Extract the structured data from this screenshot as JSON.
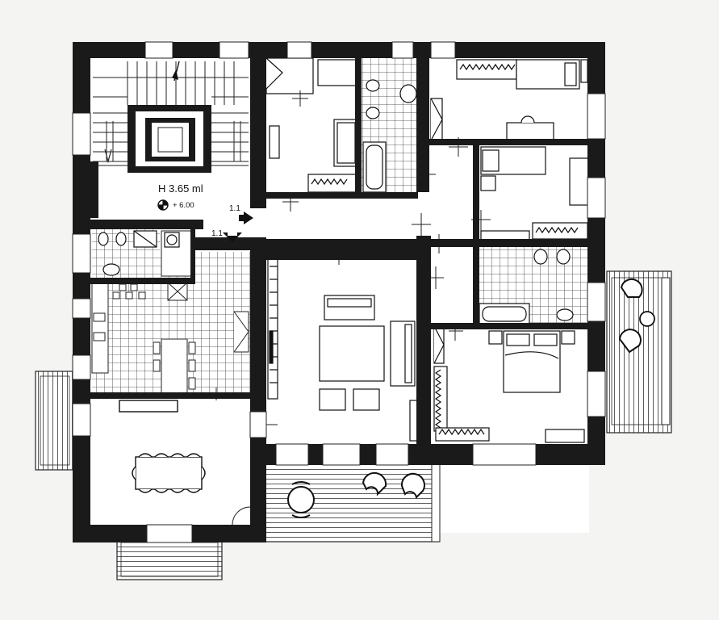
{
  "plan": {
    "height_label": "H 3.65 ml",
    "level_label": "+ 6.00",
    "section_mark_1": "1.1",
    "section_mark_2": "1.1"
  },
  "colors": {
    "wall": "#1a1a1a",
    "line": "#222222",
    "paper": "#f4f4f2"
  },
  "icons": [
    "level-datum-icon",
    "section-arrow-icon",
    "stair-arrow-icon"
  ]
}
